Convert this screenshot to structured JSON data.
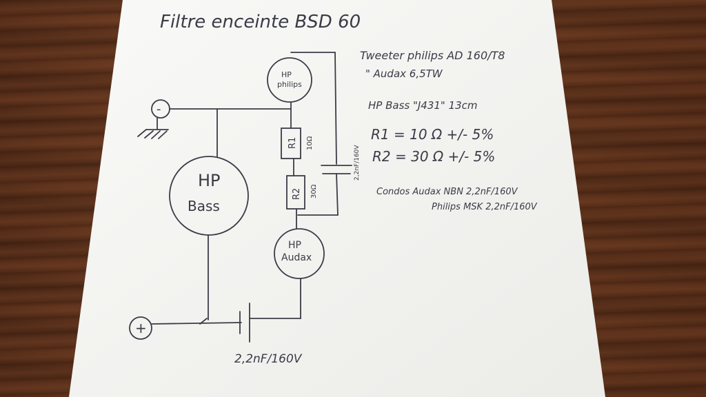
{
  "title": "Filtre enceinte BSD 60",
  "notes": {
    "line1": "Tweeter philips AD 160/T8",
    "line2": "\" Audax 6,5TW",
    "line3": "HP Bass \"J431\" 13cm",
    "line4": "R1 = 10 Ω +/- 5%",
    "line5": "R2 = 30 Ω +/- 5%",
    "line6": "Condos Audax NBN 2,2nF/160V",
    "line7": "Philips MSK 2,2nF/160V"
  },
  "diagram": {
    "minus_terminal": "-",
    "plus_terminal": "+",
    "hp_philips": [
      "HP",
      "philips"
    ],
    "hp_bass": [
      "HP",
      "Bass"
    ],
    "hp_audax": [
      "HP",
      "Audax"
    ],
    "r1_label": "R1",
    "r1_value": "10Ω",
    "r2_label": "R2",
    "r2_value": "30Ω",
    "cap_right_label": "2,2nF/160V",
    "cap_bottom_label": "2,2nF/160V"
  },
  "colors": {
    "ink": "#3b3b48",
    "paper": "#f7f7f5",
    "wood": "#6b3a22"
  }
}
